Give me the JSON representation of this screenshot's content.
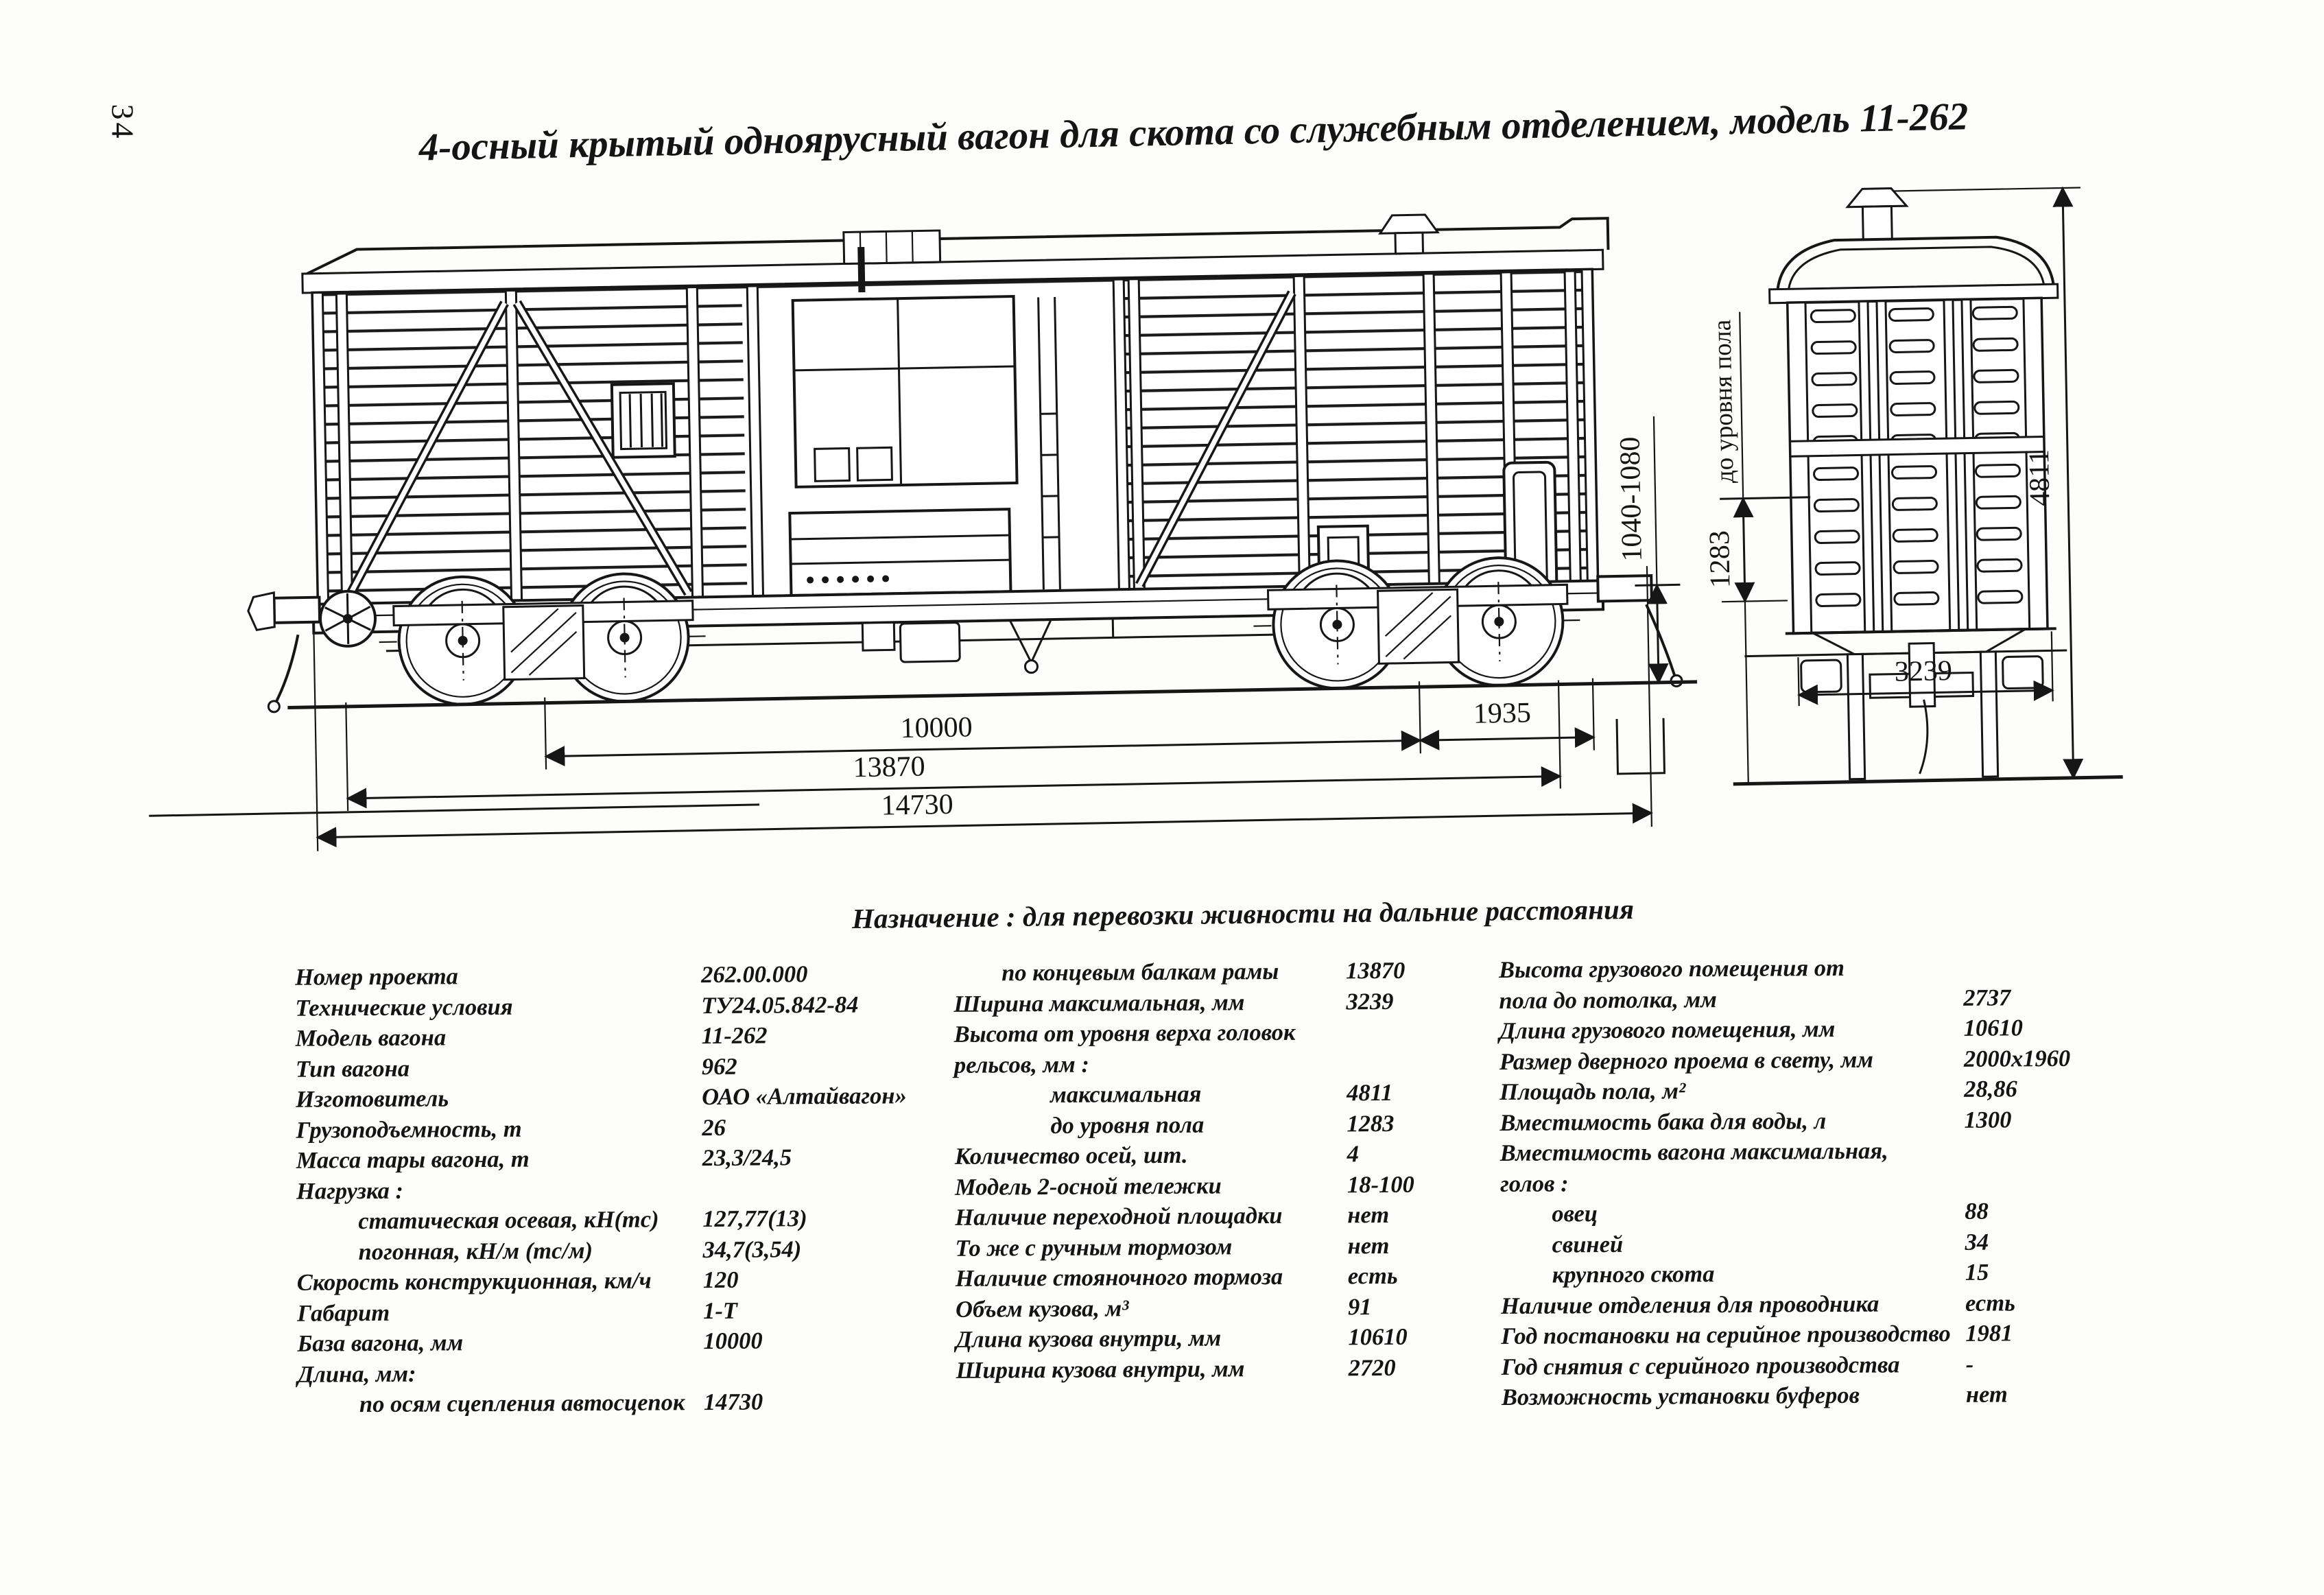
{
  "page": {
    "number": "34",
    "title": "4-осный крытый одноярусный вагон для скота со служебным отделением, модель 11-262",
    "purpose": "Назначение : для перевозки живности на дальние расстояния"
  },
  "drawing": {
    "side_dims": {
      "coupler_height": "1040-1080",
      "wheelbase": "10000",
      "bogie_to_end": "1935",
      "frame_length": "13870",
      "coupling_length": "14730"
    },
    "end_dims": {
      "max_height": "4811",
      "floor_height": "1283",
      "floor_label": "до уровня пола",
      "max_width": "3239"
    }
  },
  "specs": {
    "col1": [
      {
        "label": "Номер проекта",
        "value": "262.00.000",
        "indent": 0
      },
      {
        "label": "Технические условия",
        "value": "ТУ24.05.842-84",
        "indent": 0
      },
      {
        "label": "Модель вагона",
        "value": "11-262",
        "indent": 0
      },
      {
        "label": "Тип вагона",
        "value": "962",
        "indent": 0
      },
      {
        "label": "Изготовитель",
        "value": "ОАО «Алтайвагон»",
        "indent": 0
      },
      {
        "label": "Грузоподъемность, т",
        "value": "26",
        "indent": 0
      },
      {
        "label": "Масса тары вагона, т",
        "value": "23,3/24,5",
        "indent": 0
      },
      {
        "label": "Нагрузка :",
        "value": "",
        "indent": 0
      },
      {
        "label": "статическая осевая, кН(тс)",
        "value": "127,77(13)",
        "indent": 90
      },
      {
        "label": "погонная, кН/м (тс/м)",
        "value": "34,7(3,54)",
        "indent": 90
      },
      {
        "label": "Скорость конструкционная, км/ч",
        "value": "120",
        "indent": 0
      },
      {
        "label": "Габарит",
        "value": "1-Т",
        "indent": 0
      },
      {
        "label": "База вагона, мм",
        "value": "10000",
        "indent": 0
      },
      {
        "label": "Длина, мм:",
        "value": "",
        "indent": 0
      },
      {
        "label": "по осям сцепления автосцепок",
        "value": "14730",
        "indent": 90
      }
    ],
    "col2": [
      {
        "label": "по концевым балкам рамы",
        "value": "13870",
        "indent": 70
      },
      {
        "label": "Ширина максимальная, мм",
        "value": "3239",
        "indent": 0
      },
      {
        "label": "Высота от уровня верха головок",
        "value": "",
        "indent": 0
      },
      {
        "label": "рельсов, мм :",
        "value": "",
        "indent": 0
      },
      {
        "label": "максимальная",
        "value": "4811",
        "indent": 140
      },
      {
        "label": "до уровня пола",
        "value": "1283",
        "indent": 140
      },
      {
        "label": "Количество осей, шт.",
        "value": "4",
        "indent": 0
      },
      {
        "label": "Модель 2-осной тележки",
        "value": "18-100",
        "indent": 0
      },
      {
        "label": "Наличие переходной площадки",
        "value": "нет",
        "indent": 0
      },
      {
        "label": "То же с ручным тормозом",
        "value": "нет",
        "indent": 0
      },
      {
        "label": "Наличие стояночного тормоза",
        "value": "есть",
        "indent": 0
      },
      {
        "label": "Объем кузова, м³",
        "value": "91",
        "indent": 0
      },
      {
        "label": "Длина кузова внутри, мм",
        "value": "10610",
        "indent": 0
      },
      {
        "label": "Ширина кузова внутри, мм",
        "value": "2720",
        "indent": 0
      }
    ],
    "col3": [
      {
        "label": "Высота грузового помещения от",
        "value": "",
        "indent": 0
      },
      {
        "label": "пола до потолка, мм",
        "value": "2737",
        "indent": 0
      },
      {
        "label": "Длина грузового помещения, мм",
        "value": "10610",
        "indent": 0
      },
      {
        "label": "Размер дверного проема в свету, мм",
        "value": "2000x1960",
        "indent": 0
      },
      {
        "label": "Площадь пола, м²",
        "value": "28,86",
        "indent": 0
      },
      {
        "label": "Вместимость бака для воды, л",
        "value": "1300",
        "indent": 0
      },
      {
        "label": "Вместимость вагона максимальная,",
        "value": "",
        "indent": 0
      },
      {
        "label": "голов :",
        "value": "",
        "indent": 0
      },
      {
        "label": "овец",
        "value": "88",
        "indent": 75
      },
      {
        "label": "свиней",
        "value": "34",
        "indent": 75
      },
      {
        "label": "крупного скота",
        "value": "15",
        "indent": 75
      },
      {
        "label": "Наличие отделения для проводника",
        "value": "есть",
        "indent": 0
      },
      {
        "label": "Год постановки на серийное производство",
        "value": "1981",
        "indent": 0
      },
      {
        "label": "Год снятия с серийного производства",
        "value": "-",
        "indent": 0
      },
      {
        "label": "Возможность установки буферов",
        "value": "нет",
        "indent": 0
      }
    ]
  }
}
